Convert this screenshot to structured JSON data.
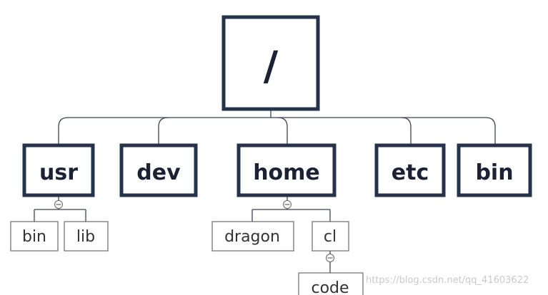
{
  "tree": {
    "root": {
      "label": "/"
    },
    "children": [
      {
        "label": "usr",
        "children": [
          {
            "label": "bin"
          },
          {
            "label": "lib"
          }
        ]
      },
      {
        "label": "dev"
      },
      {
        "label": "home",
        "children": [
          {
            "label": "dragon"
          },
          {
            "label": "cl",
            "children": [
              {
                "label": "code"
              }
            ]
          }
        ]
      },
      {
        "label": "etc"
      },
      {
        "label": "bin"
      }
    ]
  },
  "watermark": "https://blog.csdn.net/qq_41603622"
}
